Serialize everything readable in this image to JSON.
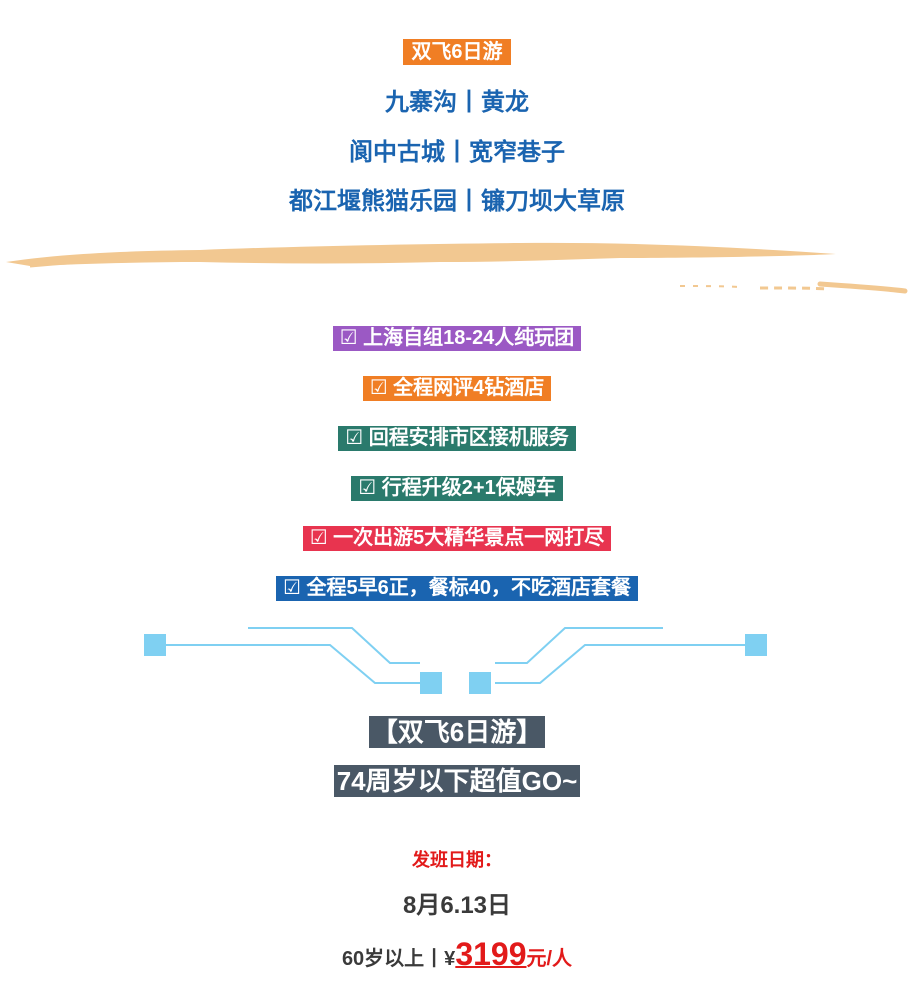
{
  "header": {
    "badge": "双飞6日游",
    "routes": [
      "九寨沟丨黄龙",
      "阆中古城丨宽窄巷子",
      "都江堰熊猫乐园丨镰刀坝大草原"
    ]
  },
  "features": [
    {
      "text": "☑ 上海自组18-24人纯玩团",
      "color": "#9b59c4"
    },
    {
      "text": "☑ 全程网评4钻酒店",
      "color": "#f07e24"
    },
    {
      "text": "☑ 回程安排市区接机服务",
      "color": "#2a7a6c"
    },
    {
      "text": "☑ 行程升级2+1保姆车",
      "color": "#2a7a6c"
    },
    {
      "text": "☑ 一次出游5大精华景点一网打尽",
      "color": "#e8344f"
    },
    {
      "text": "☑ 全程5早6正，餐标40，不吃酒店套餐",
      "color": "#1a64b0"
    }
  ],
  "promo": {
    "title": "【双飞6日游】",
    "subtitle": "74周岁以下超值GO~"
  },
  "schedule": {
    "label": "发班日期：",
    "dates": "8月6.13日"
  },
  "price": {
    "condition": "60岁以上丨¥",
    "amount": "3199",
    "unit": "元/人"
  },
  "colors": {
    "badge": "#f07e24",
    "route_text": "#1a64b0",
    "brush": "#f2c891",
    "circuit": "#7fd0f2",
    "promo_bg": "#4a5866",
    "price_red": "#e21a1a"
  }
}
